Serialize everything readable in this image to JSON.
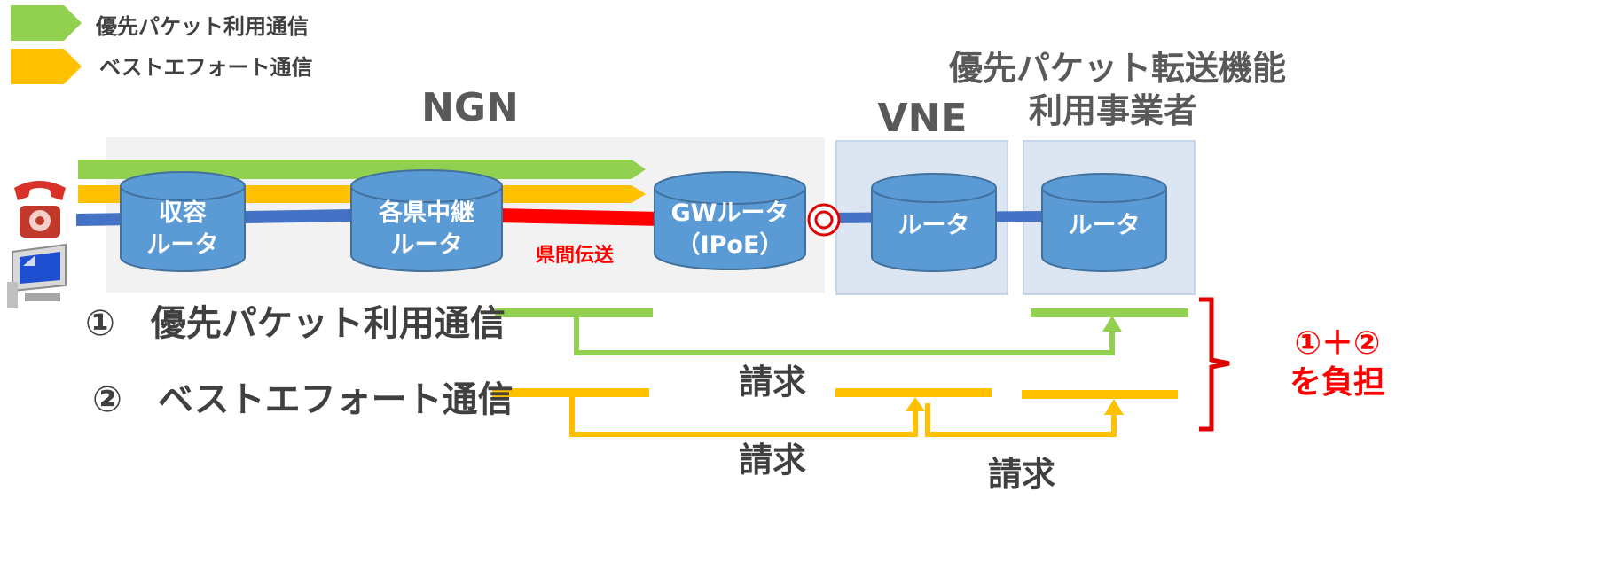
{
  "legend": {
    "priority_label": "優先パケット利用通信",
    "besteffort_label": "ベストエフォート通信"
  },
  "headings": {
    "ngn": "NGN",
    "vne": "VNE",
    "provider_line1": "優先パケット転送機能",
    "provider_line2": "利用事業者"
  },
  "routers": {
    "access_line1": "収容",
    "access_line2": "ルータ",
    "relay_line1": "各県中継",
    "relay_line2": "ルータ",
    "gw_line1": "GWルータ",
    "gw_line2": "（IPoE）",
    "vne_router": "ルータ",
    "provider_router": "ルータ"
  },
  "interprefecture_label": "県間伝送",
  "rows": {
    "priority": "①　優先パケット利用通信",
    "besteffort": "②　ベストエフォート通信"
  },
  "billing": {
    "bill1": "請求",
    "bill2": "請求",
    "bill3": "請求"
  },
  "burden": {
    "line1": "①＋②",
    "line2": "を負担"
  },
  "colors": {
    "priority_green": "#92d050",
    "besteffort_yellow": "#ffc000",
    "line_blue": "#4472c4",
    "router_fill": "#5b9bd5",
    "accent_red": "#ff0000"
  }
}
